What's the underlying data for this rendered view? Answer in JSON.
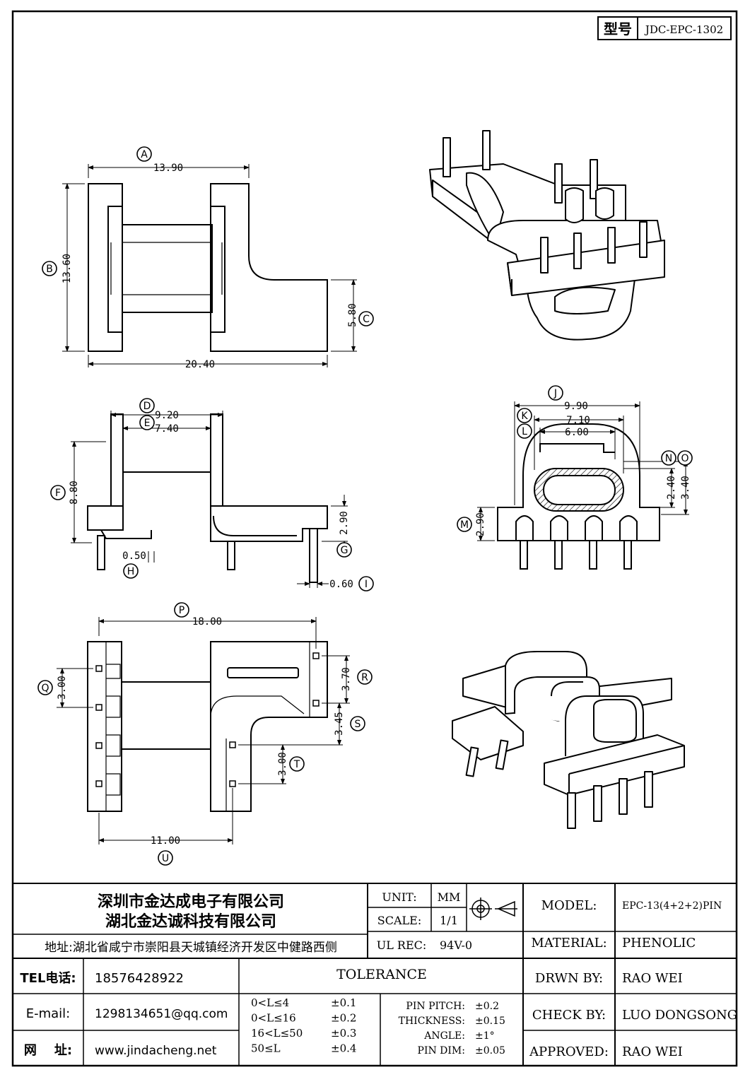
{
  "model_no": {
    "label": "型号",
    "value": "JDC-EPC-1302"
  },
  "dimensions": {
    "A": "13.90",
    "B": "13.60",
    "C": "5.80",
    "W": "20.40",
    "D": "9.20",
    "E": "7.40",
    "F": "8.80",
    "G": "2.90",
    "H": "0.50",
    "I": "0.60",
    "J": "9.90",
    "K": "7.10",
    "L": "6.00",
    "M": "2.90",
    "N": "2.40",
    "O": "3.40",
    "P": "18.00",
    "Q": "3.00",
    "R": "3.70",
    "S": "3.45",
    "T": "3.00",
    "U": "11.00"
  },
  "markers": [
    "A",
    "B",
    "C",
    "D",
    "E",
    "F",
    "G",
    "H",
    "I",
    "J",
    "K",
    "L",
    "M",
    "N",
    "O",
    "P",
    "Q",
    "R",
    "S",
    "T",
    "U"
  ],
  "company": {
    "name1": "深圳市金达成电子有限公司",
    "name2": "湖北金达诚科技有限公司",
    "address": "地址:湖北省咸宁市崇阳县天城镇经济开发区中健路西侧",
    "tel_label": "TEL电话:",
    "tel": "18576428922",
    "email_label": "E-mail:",
    "email": "1298134651@qq.com",
    "web_label": "网    址:",
    "web": "www.jindacheng.net"
  },
  "spec": {
    "unit_label": "UNIT:",
    "unit": "MM",
    "scale_label": "SCALE:",
    "scale": "1/1",
    "ul_label": "UL REC:",
    "ul": "94V-0",
    "tolerance_title": "TOLERANCE",
    "tolerances": [
      {
        "range": "0<L≤4",
        "value": "±0.1"
      },
      {
        "range": "0<L≤16",
        "value": "±0.2"
      },
      {
        "range": "16<L≤50",
        "value": "±0.3"
      },
      {
        "range": "50≤L",
        "value": "±0.4"
      }
    ],
    "pin": [
      {
        "label": "PIN PITCH:",
        "value": "±0.2"
      },
      {
        "label": "THICKNESS:",
        "value": "±0.15"
      },
      {
        "label": "ANGLE:",
        "value": "±1°"
      },
      {
        "label": "PIN DIM:",
        "value": "±0.05"
      }
    ]
  },
  "titleblock": {
    "model_label": "MODEL:",
    "model": "EPC-13(4+2+2)PIN",
    "material_label": "MATERIAL:",
    "material": "PHENOLIC",
    "drawn_label": "DRWN BY:",
    "drawn": "RAO WEI",
    "check_label": "CHECK BY:",
    "check": "LUO DONGSONG",
    "approved_label": "APPROVED:",
    "approved": "RAO WEI"
  }
}
